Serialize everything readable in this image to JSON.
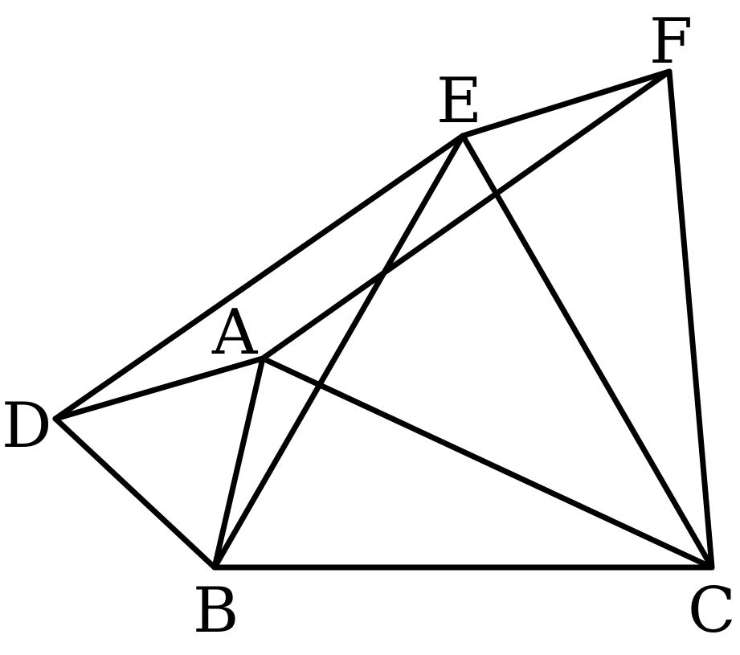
{
  "diagram": {
    "points": [
      {
        "id": "A",
        "label": "A"
      },
      {
        "id": "B",
        "label": "B"
      },
      {
        "id": "C",
        "label": "C"
      },
      {
        "id": "D",
        "label": "D"
      },
      {
        "id": "E",
        "label": "E"
      },
      {
        "id": "F",
        "label": "F"
      }
    ],
    "segments": [
      [
        "A",
        "B"
      ],
      [
        "B",
        "C"
      ],
      [
        "A",
        "C"
      ],
      [
        "D",
        "A"
      ],
      [
        "D",
        "B"
      ],
      [
        "D",
        "E"
      ],
      [
        "E",
        "F"
      ],
      [
        "F",
        "C"
      ],
      [
        "A",
        "F"
      ],
      [
        "E",
        "B"
      ],
      [
        "E",
        "C"
      ]
    ],
    "colors": {
      "stroke": "#000000",
      "background": "#ffffff"
    }
  }
}
